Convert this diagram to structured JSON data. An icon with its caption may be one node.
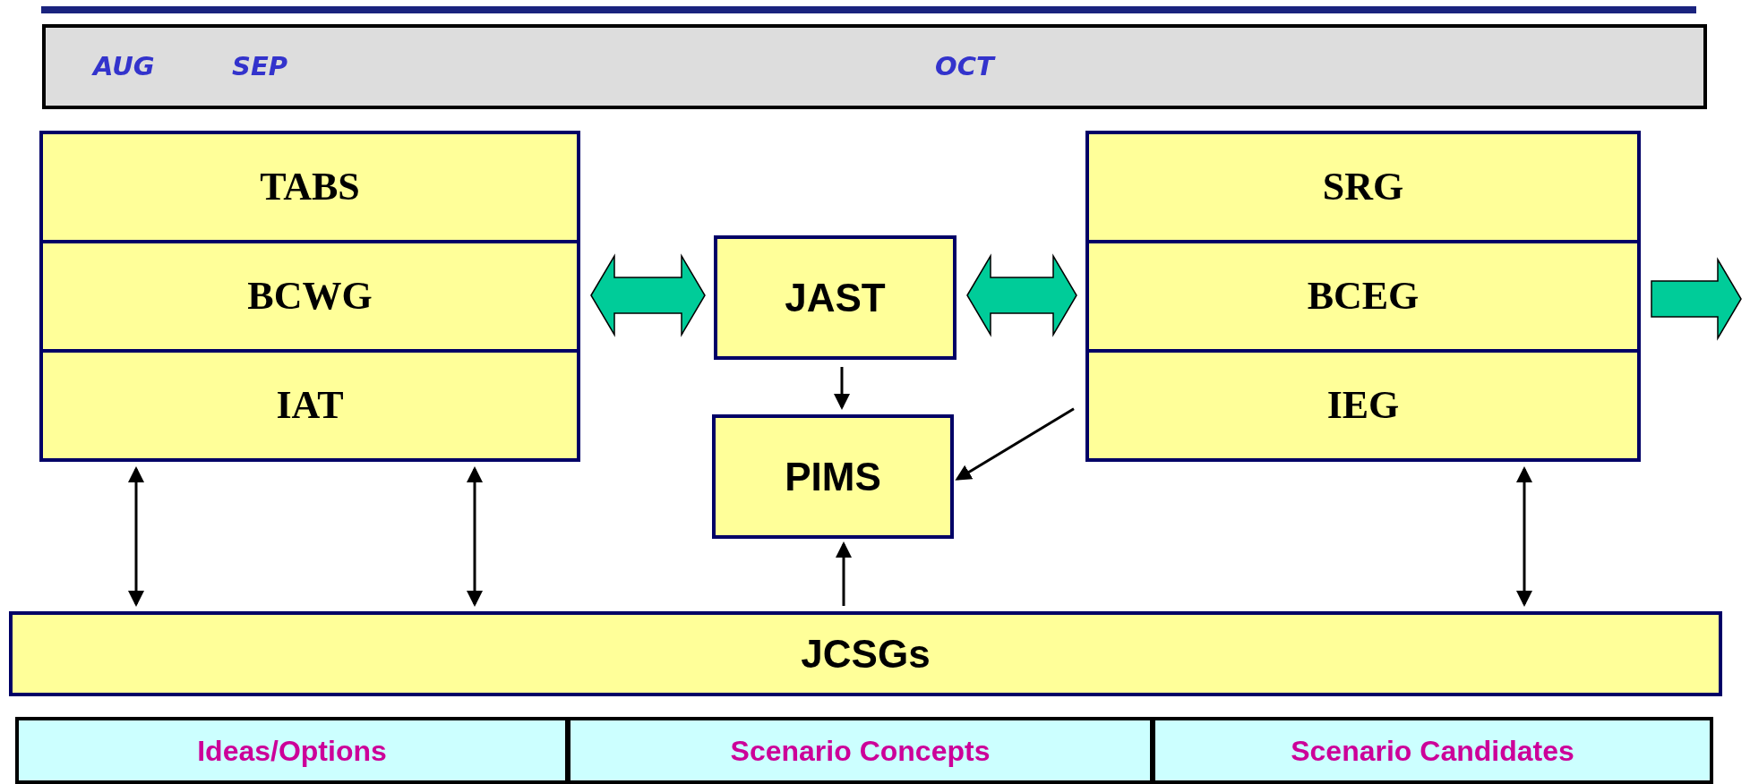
{
  "diagram": {
    "nodes": [
      {
        "text": [
          "AUG",
          "SEP",
          "OCT"
        ]
      },
      {
        "text": [],
        "shape": "box"
      },
      {
        "text": [
          "TABS"
        ],
        "in": 1
      },
      {
        "text": [
          "BCWG"
        ],
        "in": 1
      },
      {
        "text": [
          "IAT"
        ],
        "in": 1
      },
      {
        "text": [
          "JAST"
        ]
      },
      {
        "text": [
          "PIMS"
        ]
      },
      {
        "text": [],
        "shape": "box"
      },
      {
        "text": [
          "SRG"
        ],
        "in": 7
      },
      {
        "text": [
          "BCEG"
        ],
        "in": 7
      },
      {
        "text": [
          "IEG"
        ],
        "in": 7
      },
      {
        "text": [
          "JCSGs"
        ]
      },
      {
        "text": [
          "Ideas/Options"
        ]
      },
      {
        "text": [
          "Scenario Concepts"
        ]
      },
      {
        "text": [
          "Scenario Candidates"
        ]
      }
    ],
    "edges": [
      {
        "from": 1,
        "to": 5,
        "arrow": "both",
        "style": "thick",
        "color": "#00cc99"
      },
      {
        "from": 5,
        "to": 7,
        "arrow": "both",
        "style": "thick",
        "color": "#00cc99"
      },
      {
        "from": 7,
        "to": null,
        "arrow": "to",
        "style": "thick",
        "color": "#00cc99"
      },
      {
        "from": 5,
        "to": 6,
        "arrow": "to"
      },
      {
        "from": 10,
        "to": 6,
        "arrow": "to"
      },
      {
        "from": 11,
        "to": 6,
        "arrow": "to"
      },
      {
        "from": 1,
        "to": 11,
        "arrow": "both"
      },
      {
        "from": 1,
        "to": 11,
        "arrow": "both"
      },
      {
        "from": 7,
        "to": 11,
        "arrow": "both"
      }
    ]
  }
}
